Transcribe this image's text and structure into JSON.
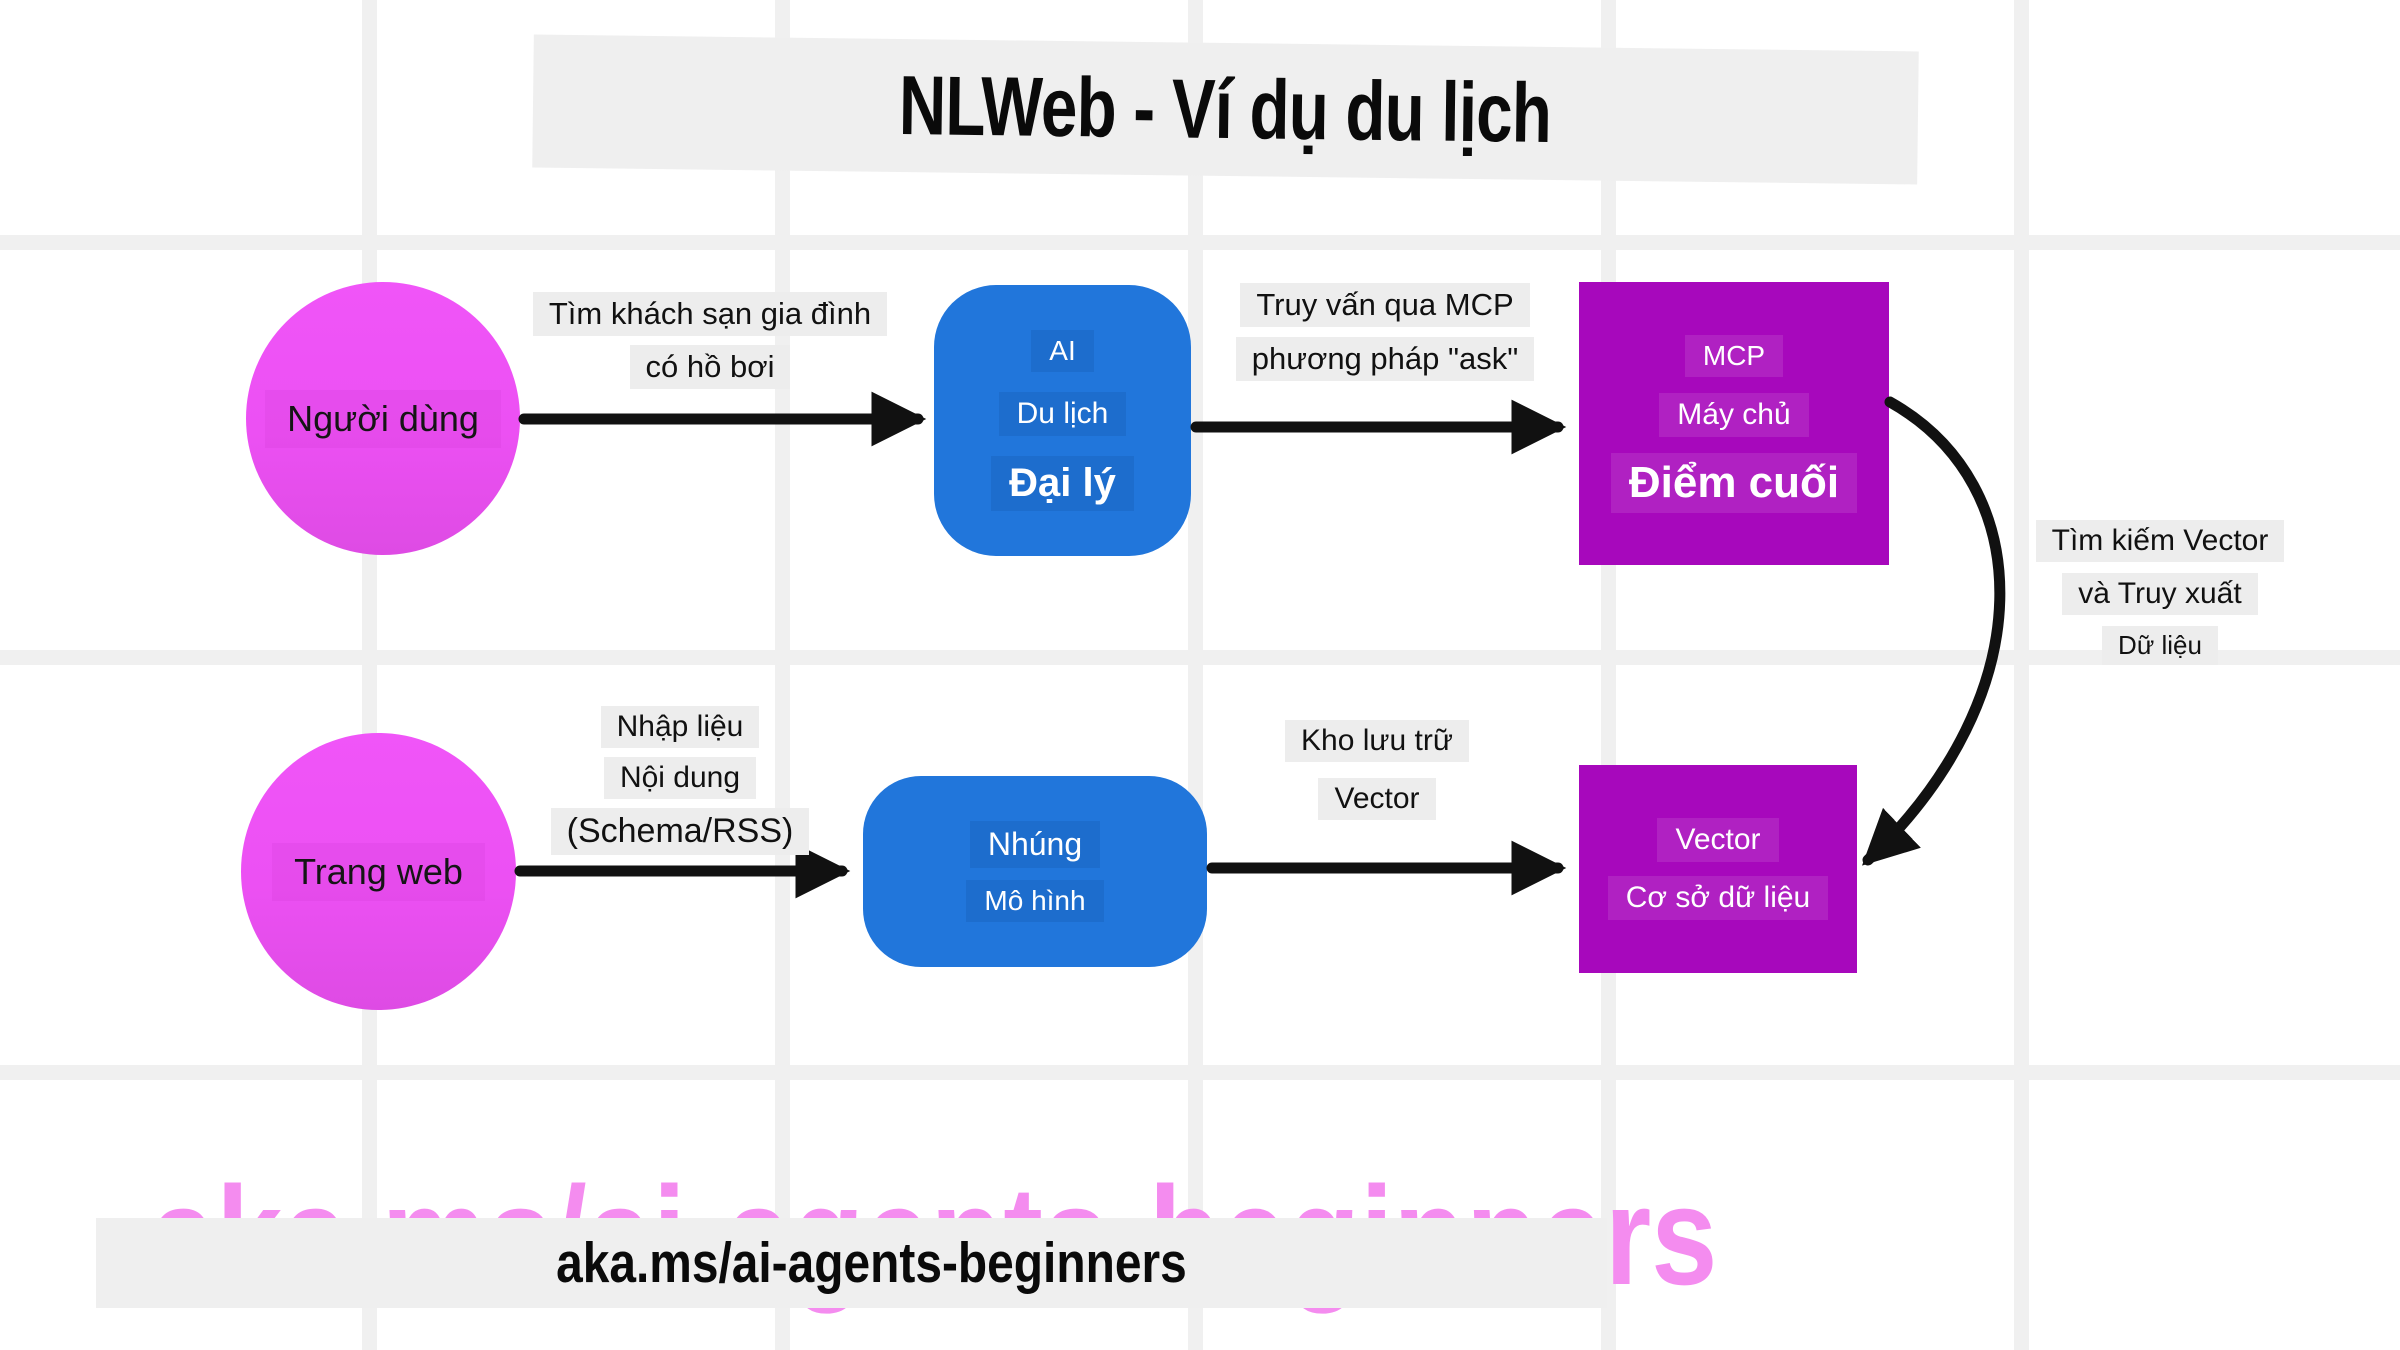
{
  "title": {
    "text": "NLWeb - Ví dụ du lịch"
  },
  "nodes": {
    "user": {
      "label": "Người dùng"
    },
    "ai_agent": {
      "lines": [
        "AI",
        "Du lịch",
        "Đại lý"
      ]
    },
    "mcp_server": {
      "lines": [
        "MCP",
        "Máy chủ",
        "Điểm cuối"
      ]
    },
    "website": {
      "label": "Trang web"
    },
    "embedding_model": {
      "lines": [
        "Nhúng",
        "Mô hình"
      ]
    },
    "vector_db": {
      "lines": [
        "Vector",
        "Cơ sở dữ liệu"
      ]
    }
  },
  "edges": {
    "user_to_agent": {
      "lines": [
        "Tìm khách sạn gia đình",
        "có hồ bơi"
      ]
    },
    "agent_to_mcp": {
      "lines": [
        "Truy vấn qua MCP",
        "phương pháp \"ask\""
      ]
    },
    "mcp_to_vector_db": {
      "lines": [
        "Tìm kiếm Vector",
        "và Truy xuất",
        "Dữ liệu"
      ]
    },
    "website_to_embedding": {
      "lines": [
        "Nhập liệu",
        "Nội dung",
        "(Schema/RSS)"
      ]
    },
    "embedding_to_vector_db": {
      "lines": [
        "Kho lưu trữ",
        "Vector"
      ]
    }
  },
  "footer": {
    "link_text": "aka.ms/ai-agents-beginners"
  },
  "colors": {
    "node_pink": "#EC50F3",
    "node_blue": "#2176DB",
    "node_purple": "#A708BC",
    "arrow_black": "#111111",
    "label_bg": "#EDEDED",
    "banner_bg": "#EFEFEF",
    "ghost_pink": "#F48CEF",
    "grid_line": "#F0F0F0"
  }
}
